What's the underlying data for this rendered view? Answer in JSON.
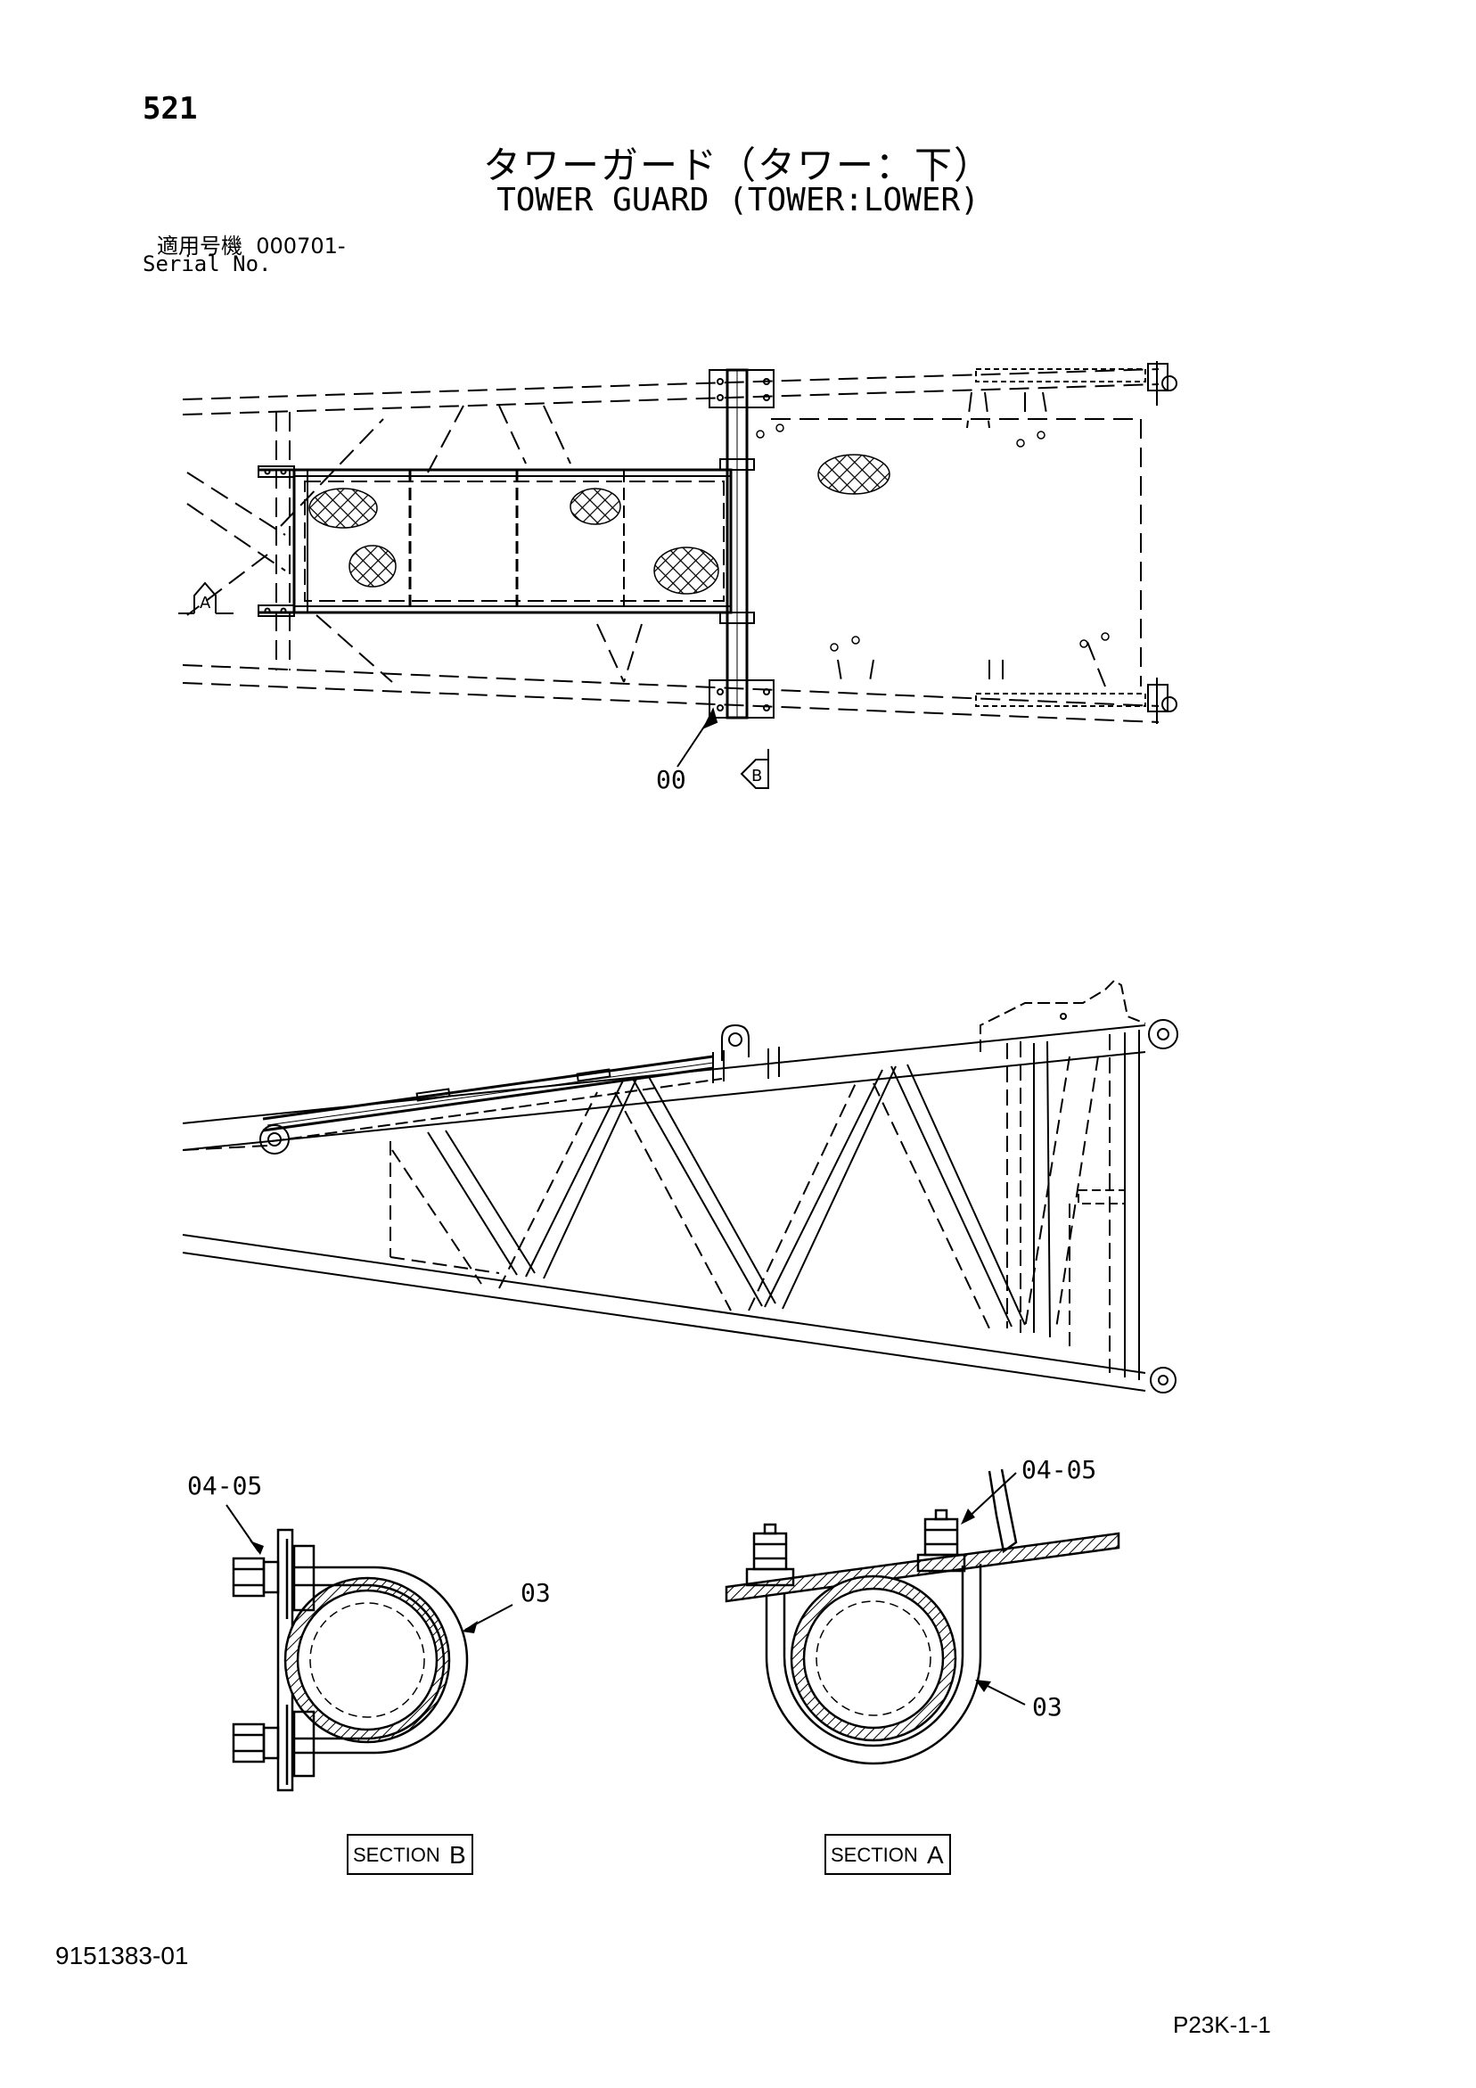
{
  "header": {
    "page_number": "521",
    "title_jp": "タワーガード（タワー：下）",
    "title_en": "TOWER GUARD (TOWER:LOWER)",
    "serial_label_jp": "適用号機",
    "serial_value": "000701-",
    "serial_label_en": "Serial No."
  },
  "callouts": {
    "top_view_part": "00",
    "view_arrow_a": "A",
    "view_arrow_b": "B",
    "section_b_bolt": "04-05",
    "section_b_clamp": "03",
    "section_a_bolt": "04-05",
    "section_a_clamp": "03"
  },
  "sections": {
    "section_b": {
      "word": "SECTION",
      "letter": "B"
    },
    "section_a": {
      "word": "SECTION",
      "letter": "A"
    }
  },
  "footer": {
    "doc_number": "9151383-01",
    "sheet_code": "P23K-1-1"
  }
}
